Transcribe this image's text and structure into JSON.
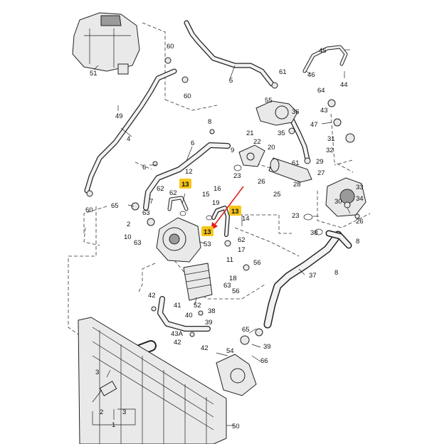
{
  "labels": {
    "n1": "1",
    "n2": "2",
    "n3a": "3",
    "n3b": "3",
    "n4": "4",
    "n5": "5",
    "n6": "6",
    "n6b": "6",
    "n7": "7",
    "n8a": "8",
    "n8b": "8",
    "n8c": "8",
    "n9": "9",
    "n10": "10",
    "n11": "11",
    "n12": "12",
    "n14": "14",
    "n15": "15",
    "n16": "16",
    "n17": "17",
    "n18": "18",
    "n19": "19",
    "n20": "20",
    "n21": "21",
    "n22": "22",
    "n23a": "23",
    "n23b": "23",
    "n25": "25",
    "n26a": "26",
    "n26b": "26",
    "n27": "27",
    "n28": "28",
    "n29": "29",
    "n30": "30",
    "n31": "31",
    "n32": "32",
    "n33": "33",
    "n34": "34",
    "n35": "35",
    "n36": "36",
    "n37": "37",
    "n38a": "38",
    "n38b": "38",
    "n39": "39",
    "n40": "40",
    "n41": "41",
    "n42a": "42",
    "n42b": "42",
    "n43": "43",
    "n43a": "43A",
    "n44": "44",
    "n45": "45",
    "n46": "46",
    "n47": "47",
    "n49": "49",
    "n50": "50",
    "n51": "51",
    "n52": "52",
    "n53": "53",
    "n54": "54",
    "n55": "55",
    "n56a": "56",
    "n56b": "56",
    "n60a": "60",
    "n60b": "60",
    "n60c": "60",
    "n61a": "61",
    "n61b": "61",
    "n62a": "62",
    "n62b": "62",
    "n63a": "63",
    "n63b": "63",
    "n63c": "63",
    "n64": "64",
    "n65a": "65",
    "n65b": "65",
    "n66": "66"
  },
  "highlight_labels": {
    "h1": "13",
    "h2": "13",
    "h3": "13"
  },
  "colors": {
    "highlight": "#f6c518",
    "arrow": "#e0201b",
    "line": "#222222",
    "part_fill": "#e9e9e9"
  }
}
